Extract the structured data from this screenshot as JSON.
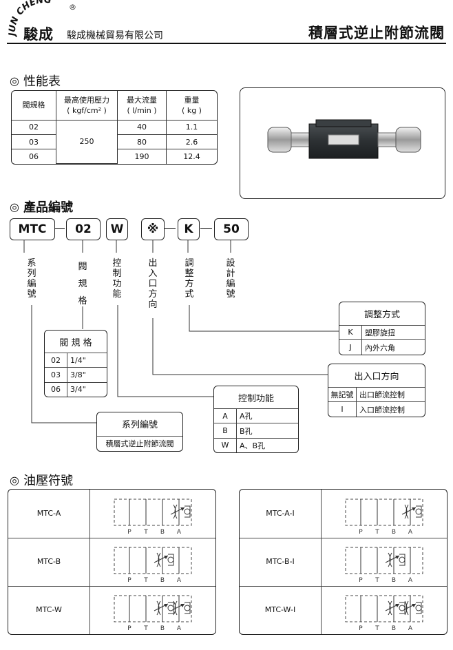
{
  "header": {
    "logo_arc": "JUN CHENG",
    "logo_registered": "®",
    "logo_cn": "駿成",
    "company": "駿成機械貿易有限公司",
    "title": "積層式逆止附節流閥"
  },
  "sections": {
    "performance": "性能表",
    "product_code": "產品編號",
    "hydraulic": "油壓符號"
  },
  "perf_table": {
    "headers": [
      "閥規格",
      "最高使用壓力",
      "最大流量",
      "重量"
    ],
    "header_units": [
      "",
      "( kgf/cm² )",
      "( l/min )",
      "( kg )"
    ],
    "rows": [
      {
        "size": "02",
        "flow": "40",
        "weight": "1.1"
      },
      {
        "size": "03",
        "flow": "80",
        "weight": "2.6"
      },
      {
        "size": "06",
        "flow": "190",
        "weight": "12.4"
      }
    ],
    "pressure": "250"
  },
  "code": {
    "boxes": [
      "MTC",
      "02",
      "W",
      "※",
      "K",
      "50"
    ],
    "labels": [
      "系列編號",
      "閥規格",
      "控制功能",
      "出入口方向",
      "調整方式",
      "設計編號"
    ]
  },
  "adjust_table": {
    "title": "調整方式",
    "rows": [
      [
        "K",
        "塑膠旋扭"
      ],
      [
        "J",
        "內外六角"
      ]
    ]
  },
  "direction_table": {
    "title": "出入口方向",
    "rows": [
      [
        "無記號",
        "出口節流控制"
      ],
      [
        "I",
        "入口節流控制"
      ]
    ]
  },
  "control_table": {
    "title": "控制功能",
    "rows": [
      [
        "A",
        "A孔"
      ],
      [
        "B",
        "B孔"
      ],
      [
        "W",
        "A、B孔"
      ]
    ]
  },
  "size_table": {
    "title": "閥 規 格",
    "rows": [
      [
        "02",
        "1/4\""
      ],
      [
        "03",
        "3/8\""
      ],
      [
        "06",
        "3/4\""
      ]
    ]
  },
  "series_table": {
    "title": "系列編號",
    "value": "積層式逆止附節流閥"
  },
  "hydraulic": {
    "ports": [
      "P",
      "T",
      "B",
      "A"
    ],
    "left": [
      "MTC-A",
      "MTC-B",
      "MTC-W"
    ],
    "right": [
      "MTC-A-I",
      "MTC-B-I",
      "MTC-W-I"
    ]
  }
}
